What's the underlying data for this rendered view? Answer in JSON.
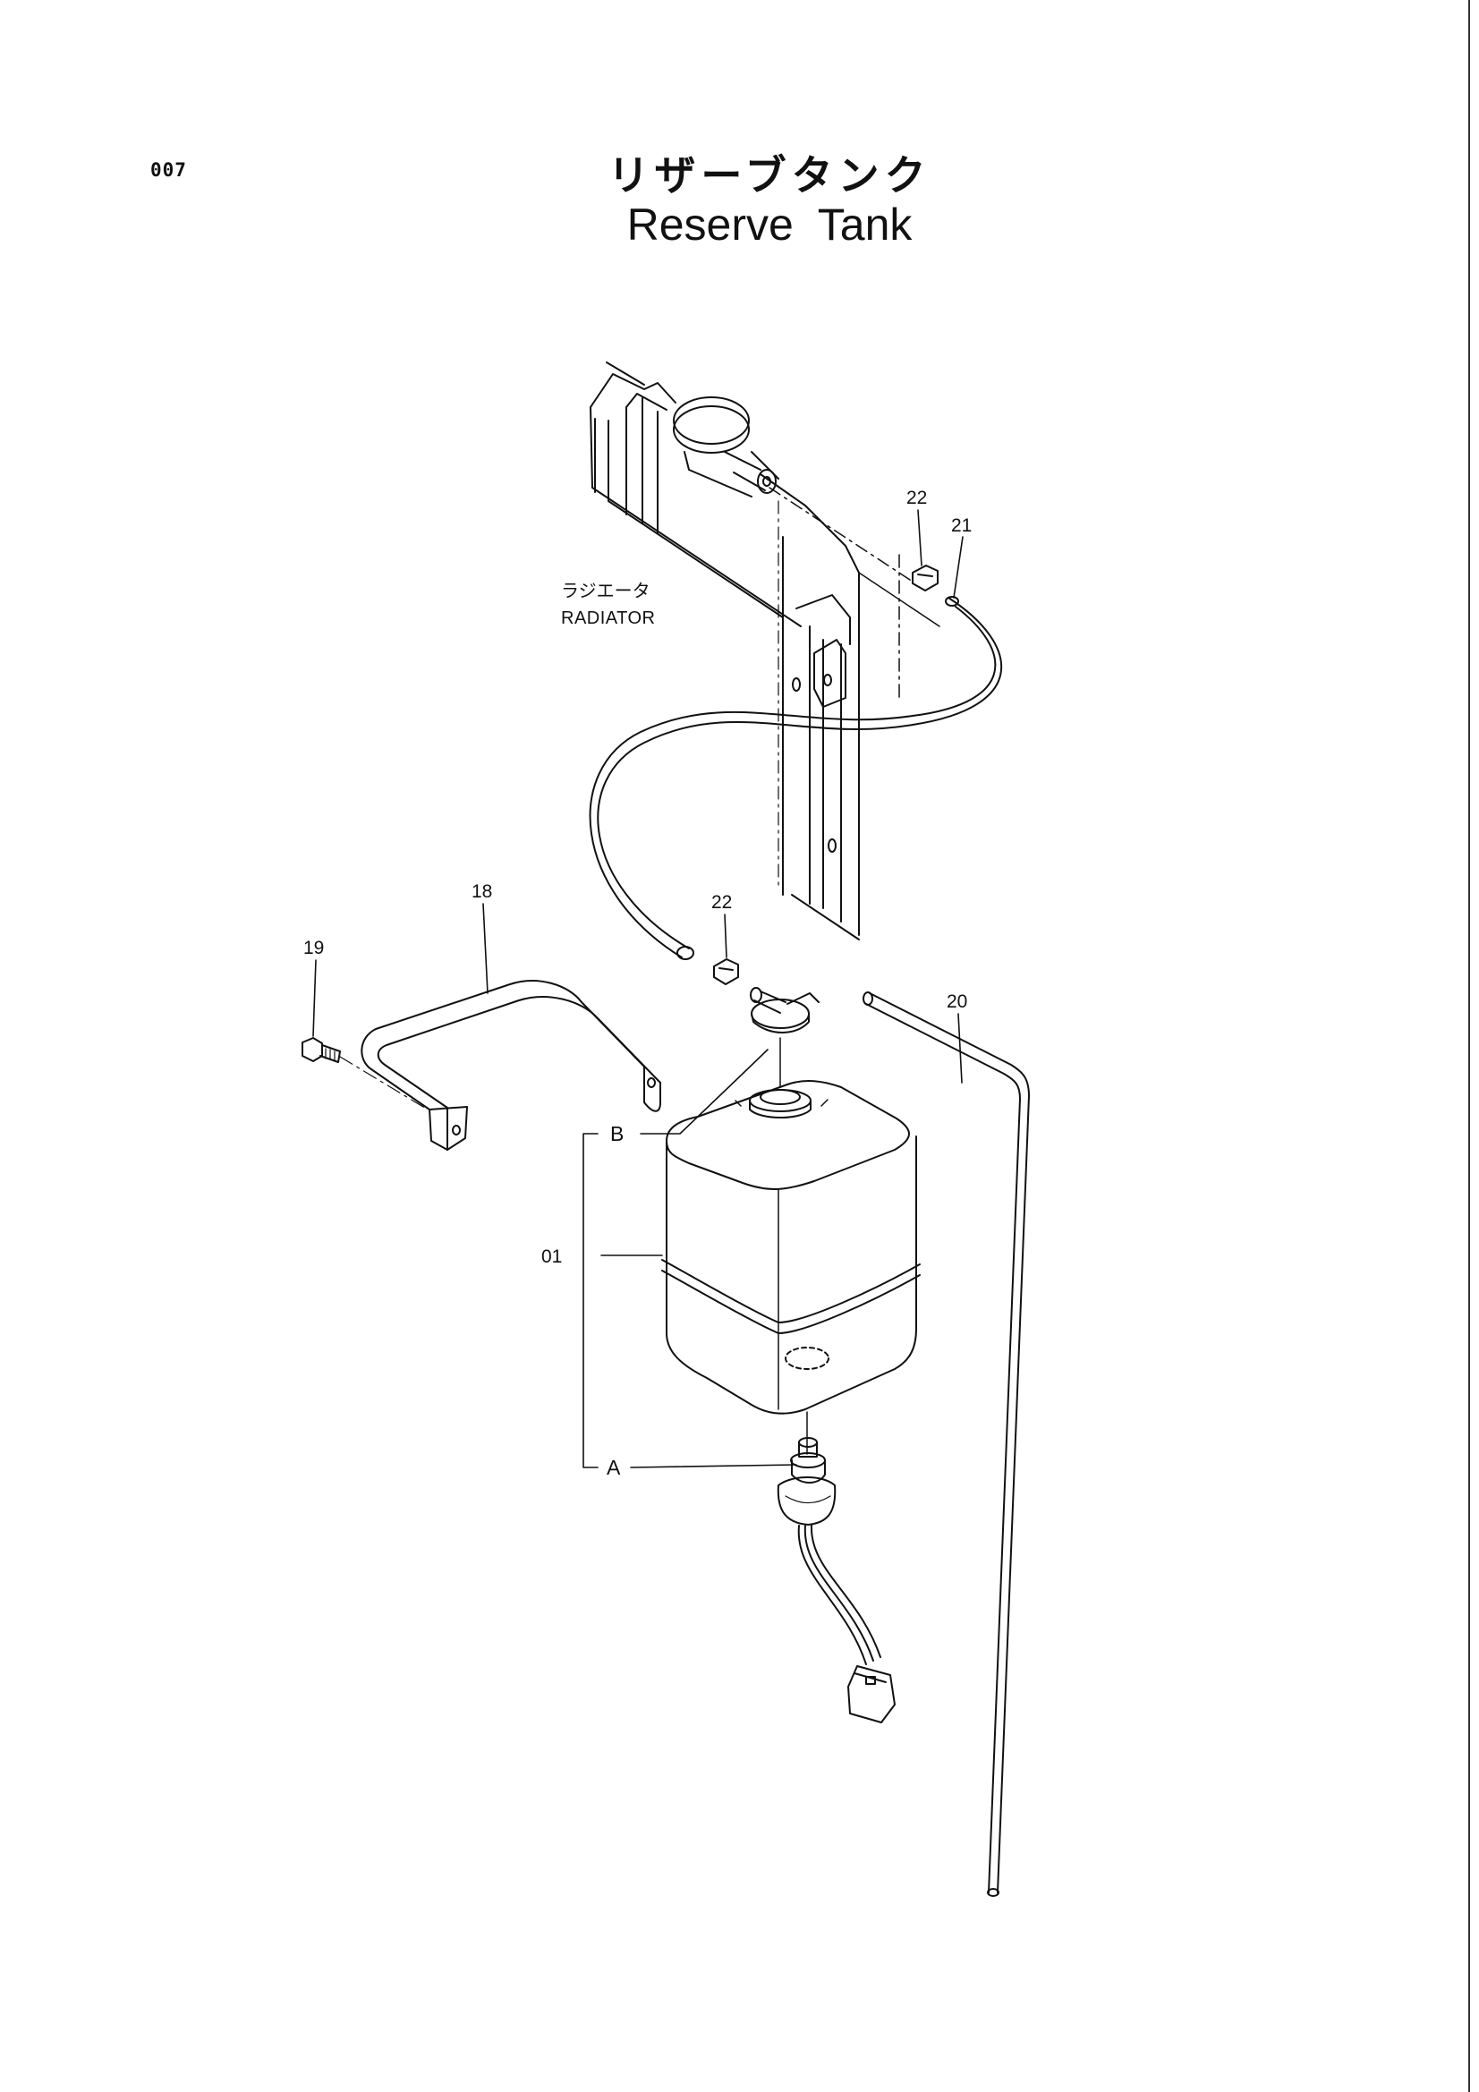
{
  "header": {
    "page_number": "007",
    "title_jp": "リザーブタンク",
    "title_en": "Reserve  Tank"
  },
  "diagram": {
    "radiator_label_jp": "ラジエータ",
    "radiator_label_en": "RADIATOR",
    "parts": [
      {
        "number": "22"
      },
      {
        "number": "21"
      },
      {
        "number": "18"
      },
      {
        "number": "22"
      },
      {
        "number": "19"
      },
      {
        "number": "20"
      },
      {
        "number": "01"
      }
    ],
    "callouts": [
      {
        "letter": "B"
      },
      {
        "letter": "A"
      }
    ]
  }
}
